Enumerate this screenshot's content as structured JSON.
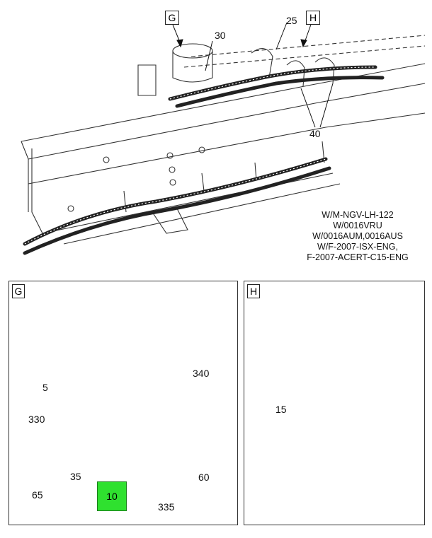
{
  "top_view": {
    "callout_g": "G",
    "callout_h": "H",
    "labels": {
      "l30": "30",
      "l25": "25",
      "l40": "40"
    },
    "notes": [
      "W/M-NGV-LH-122",
      "W/0016VRU",
      "W/0016AUM,0016AUS",
      "W/F-2007-ISX-ENG,",
      "F-2007-ACERT-C15-ENG"
    ]
  },
  "detail_g": {
    "tag": "G",
    "labels": {
      "l5": "5",
      "l330": "330",
      "l35": "35",
      "l65": "65",
      "l10": "10",
      "l335": "335",
      "l60": "60",
      "l340": "340"
    },
    "highlight_color": "#2fe12f"
  },
  "detail_h": {
    "tag": "H",
    "labels": {
      "l15": "15"
    }
  }
}
